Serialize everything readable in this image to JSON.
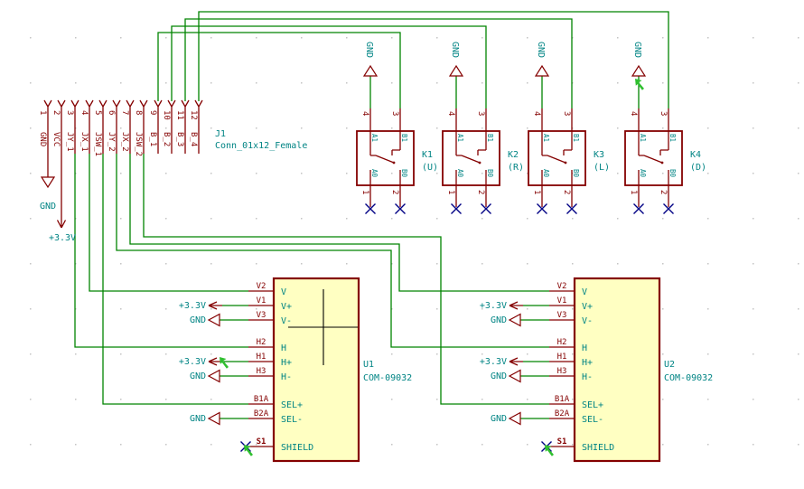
{
  "schematic": {
    "connector": {
      "ref": "J1",
      "value": "Conn_01x12_Female",
      "pin_numbers": [
        "1",
        "2",
        "3",
        "4",
        "5",
        "6",
        "7",
        "8",
        "9",
        "10",
        "11",
        "12"
      ],
      "pin_names": [
        "GND",
        "VCC",
        "JY_1",
        "JX_1",
        "JSW_1",
        "JY_2",
        "JX_2",
        "JSW_2",
        "B_1",
        "B_2",
        "B_3",
        "B_4"
      ]
    },
    "power": {
      "gnd": "GND",
      "vcc33": "+3.3V"
    },
    "switches": {
      "units": [
        {
          "ref": "K1",
          "direction": "(U)"
        },
        {
          "ref": "K2",
          "direction": "(R)"
        },
        {
          "ref": "K3",
          "direction": "(L)"
        },
        {
          "ref": "K4",
          "direction": "(D)"
        }
      ],
      "top_pin_numbers": [
        "4",
        "3"
      ],
      "bottom_pin_numbers": [
        "1",
        "2"
      ],
      "pin_names": [
        "A1",
        "B1",
        "A0",
        "B0"
      ]
    },
    "joysticks": {
      "units": [
        {
          "ref": "U1",
          "value": "COM-09032"
        },
        {
          "ref": "U2",
          "value": "COM-09032"
        }
      ],
      "pins": [
        {
          "num": "V2",
          "name": "V"
        },
        {
          "num": "V1",
          "name": "V+"
        },
        {
          "num": "V3",
          "name": "V-"
        },
        {
          "num": "H2",
          "name": "H"
        },
        {
          "num": "H1",
          "name": "H+"
        },
        {
          "num": "H3",
          "name": "H-"
        },
        {
          "num": "B1A",
          "name": "SEL+"
        },
        {
          "num": "B2A",
          "name": "SEL-"
        },
        {
          "num": "S1",
          "name": "SHIELD"
        }
      ]
    },
    "colors": {
      "wire": "#008400",
      "outline": "#840000",
      "text_field": "#008484",
      "body_fill": "#ffffc2",
      "no_connect": "#000084",
      "erc_marker": "#2fbf2f"
    }
  }
}
